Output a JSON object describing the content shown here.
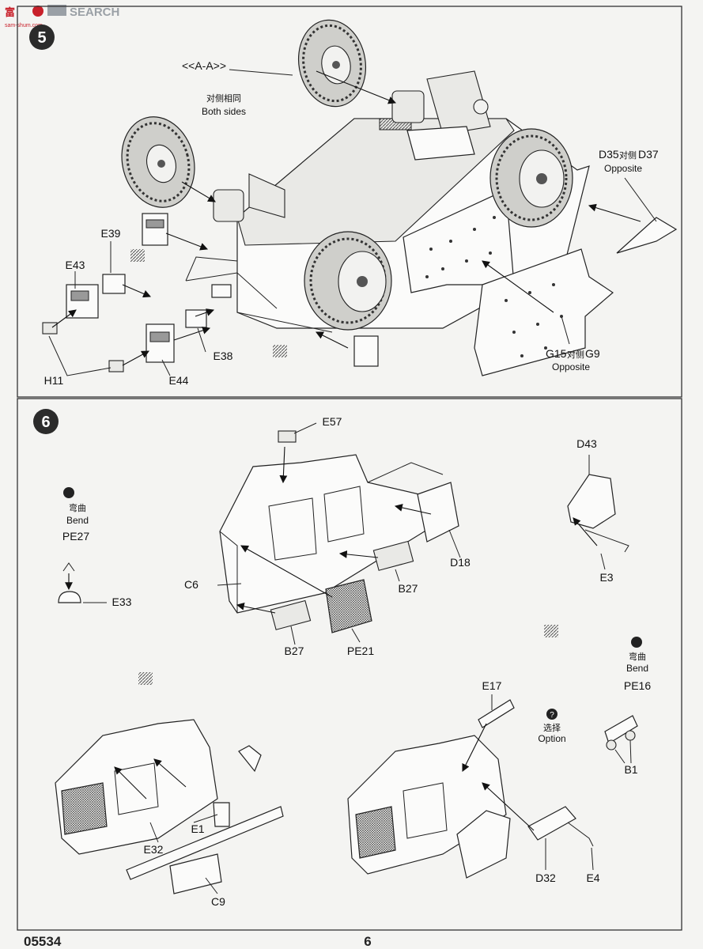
{
  "header": {
    "watermark": "SEARCH",
    "watermark_cn": "富",
    "watermark_url": "sam-shum.com"
  },
  "footer": {
    "kit_number": "05534",
    "page_number": "6"
  },
  "step5": {
    "number": "5",
    "labels": {
      "section": "<<A-A>>",
      "both_sides_cn": "对侧相同",
      "both_sides": "Both sides",
      "d35": "D35",
      "d35_cn": "对侧",
      "d37": "D37",
      "d35_opposite": "Opposite",
      "e39": "E39",
      "e43": "E43",
      "h11": "H11",
      "e44": "E44",
      "e38": "E38",
      "g15": "G15",
      "g15_cn": "对侧",
      "g9": "G9",
      "g15_opposite": "Opposite"
    }
  },
  "step6": {
    "number": "6",
    "labels": {
      "e57": "E57",
      "d43": "D43",
      "bend_cn_1": "弯曲",
      "bend_1": "Bend",
      "pe27": "PE27",
      "e33": "E33",
      "c6": "C6",
      "b27_top": "B27",
      "b27_bottom": "B27",
      "pe21": "PE21",
      "d18": "D18",
      "e3": "E3",
      "bend_cn_2": "弯曲",
      "bend_2": "Bend",
      "pe16": "PE16",
      "b1": "B1",
      "e17": "E17",
      "option_cn": "选择",
      "option": "Option",
      "e32": "E32",
      "e1": "E1",
      "c9": "C9",
      "d32": "D32",
      "e4": "E4"
    }
  },
  "colors": {
    "paper": "#f4f4f2",
    "ink": "#1a1a1a",
    "step_badge": "#2b2b2b",
    "watermark_red": "#c8202a"
  }
}
